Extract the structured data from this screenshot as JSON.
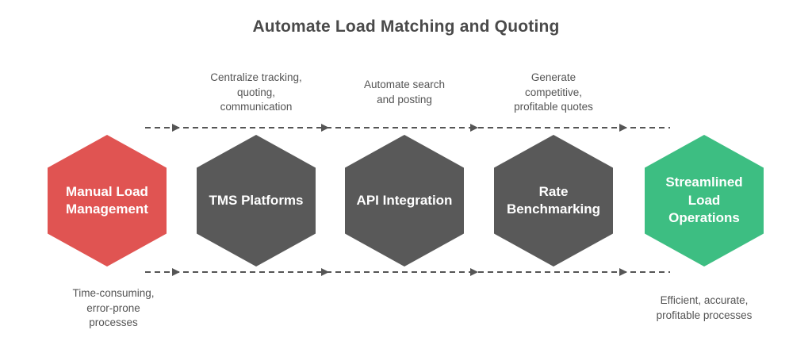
{
  "title": "Automate Load Matching and Quoting",
  "colors": {
    "negative_stage": "#e05452",
    "process_stage": "#595959",
    "positive_stage": "#3dbe82",
    "connector_line": "#555555",
    "title_text": "#4a4a4a",
    "note_text": "#545454",
    "stage_label_text": "#ffffff"
  },
  "connectors": {
    "style": "dashed",
    "direction": "right",
    "count": 2
  },
  "stages": [
    {
      "label": "Manual Load Management",
      "lines": [
        "Manual Load",
        "Management"
      ],
      "color": "#e05452",
      "note": "Time-consuming, error-prone processes",
      "note_lines": [
        "Time-consuming,",
        "error-prone",
        "processes"
      ],
      "note_position": "below"
    },
    {
      "label": "TMS Platforms",
      "lines": [
        "TMS Platforms"
      ],
      "color": "#595959",
      "note": "Centralize tracking, quoting, communication",
      "note_lines": [
        "Centralize tracking,",
        "quoting,",
        "communication"
      ],
      "note_position": "above"
    },
    {
      "label": "API Integration",
      "lines": [
        "API Integration"
      ],
      "color": "#595959",
      "note": "Automate search and posting",
      "note_lines": [
        "Automate search",
        "and posting"
      ],
      "note_position": "above"
    },
    {
      "label": "Rate Benchmarking",
      "lines": [
        "Rate",
        "Benchmarking"
      ],
      "color": "#595959",
      "note": "Generate competitive, profitable quotes",
      "note_lines": [
        "Generate",
        "competitive,",
        "profitable quotes"
      ],
      "note_position": "above"
    },
    {
      "label": "Streamlined Load Operations",
      "lines": [
        "Streamlined",
        "Load",
        "Operations"
      ],
      "color": "#3dbe82",
      "note": "Efficient, accurate, profitable processes",
      "note_lines": [
        "Efficient, accurate,",
        "profitable processes"
      ],
      "note_position": "below"
    }
  ]
}
